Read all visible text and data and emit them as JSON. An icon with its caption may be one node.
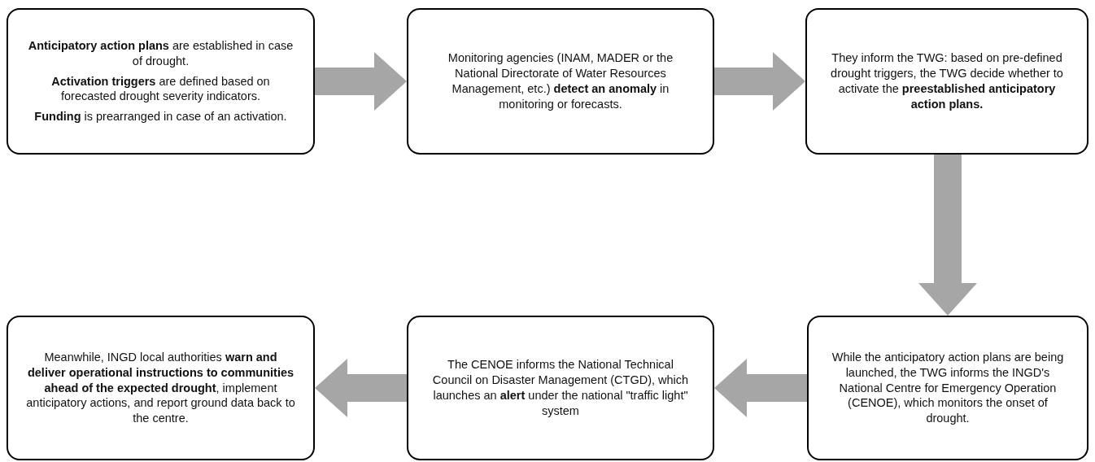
{
  "diagram": {
    "nodes": [
      {
        "text": [
          "**Anticipatory action plans** are established in case of drought.",
          "**Activation triggers** are defined based on forecasted drought severity indicators.",
          "**Funding** is prearranged in case of an activation."
        ]
      },
      {
        "text": [
          "Monitoring agencies (INAM, MADER or the National Directorate of Water Resources Management, etc.) **detect an anomaly** in monitoring or forecasts."
        ]
      },
      {
        "text": [
          "They inform the TWG: based on pre-defined drought triggers, the TWG decide whether to activate the **preestablished anticipatory action plans.**"
        ]
      },
      {
        "text": [
          "While the anticipatory action plans are being launched, the TWG informs the INGD's National Centre for Emergency Operation (CENOE), which monitors the onset of drought."
        ]
      },
      {
        "text": [
          "The CENOE informs the National Technical Council on Disaster Management (CTGD), which launches an **alert** under the national \"traffic light\" system"
        ]
      },
      {
        "text": [
          "Meanwhile, INGD local authorities **warn and deliver operational instructions to communities ahead of the expected drought**, implement anticipatory actions, and report ground data back to the centre."
        ]
      }
    ],
    "edges": [
      {
        "from": 0,
        "to": 1,
        "arrow": "to"
      },
      {
        "from": 1,
        "to": 2,
        "arrow": "to"
      },
      {
        "from": 2,
        "to": 3,
        "arrow": "to"
      },
      {
        "from": 3,
        "to": 4,
        "arrow": "to"
      },
      {
        "from": 4,
        "to": 5,
        "arrow": "to"
      }
    ]
  }
}
